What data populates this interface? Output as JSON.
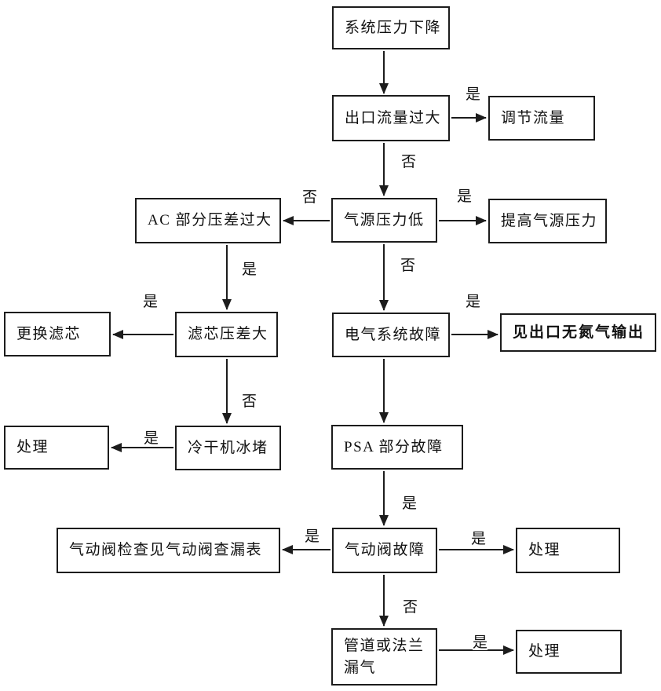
{
  "flowchart": {
    "nodes": [
      {
        "id": "system-pressure-drop",
        "label": "系统压力下降"
      },
      {
        "id": "outlet-flow-too-high",
        "label": "出口流量过大"
      },
      {
        "id": "adjust-flow",
        "label": "调节流量"
      },
      {
        "id": "ac-section-dp-too-high",
        "label": "AC 部分压差过大"
      },
      {
        "id": "air-supply-pressure-low",
        "label": "气源压力低"
      },
      {
        "id": "raise-air-supply-pressure",
        "label": "提高气源压力"
      },
      {
        "id": "replace-filter-element",
        "label": "更换滤芯"
      },
      {
        "id": "filter-dp-high",
        "label": "滤芯压差大"
      },
      {
        "id": "electrical-system-fault",
        "label": "电气系统故障"
      },
      {
        "id": "see-no-nitrogen-output",
        "label": "见出口无氮气输出",
        "bold": true
      },
      {
        "id": "handle-1",
        "label": "处理"
      },
      {
        "id": "dryer-ice-blockage",
        "label": "冷干机冰堵"
      },
      {
        "id": "psa-section-fault",
        "label": "PSA 部分故障"
      },
      {
        "id": "pneumatic-valve-check-table",
        "label": "气动阀检查见气动阀查漏表"
      },
      {
        "id": "pneumatic-valve-fault",
        "label": "气动阀故障"
      },
      {
        "id": "handle-2",
        "label": "处理"
      },
      {
        "id": "pipe-or-flange-leak",
        "label": "管道或法兰\n漏气"
      },
      {
        "id": "handle-3",
        "label": "处理"
      }
    ],
    "edges": [
      {
        "from": "system-pressure-drop",
        "to": "outlet-flow-too-high",
        "label": ""
      },
      {
        "from": "outlet-flow-too-high",
        "to": "adjust-flow",
        "label": "是"
      },
      {
        "from": "outlet-flow-too-high",
        "to": "air-supply-pressure-low",
        "label": "否"
      },
      {
        "from": "air-supply-pressure-low",
        "to": "ac-section-dp-too-high",
        "label": "否"
      },
      {
        "from": "air-supply-pressure-low",
        "to": "raise-air-supply-pressure",
        "label": "是"
      },
      {
        "from": "air-supply-pressure-low",
        "to": "electrical-system-fault",
        "label": "否"
      },
      {
        "from": "ac-section-dp-too-high",
        "to": "filter-dp-high",
        "label": "是"
      },
      {
        "from": "filter-dp-high",
        "to": "replace-filter-element",
        "label": "是"
      },
      {
        "from": "electrical-system-fault",
        "to": "see-no-nitrogen-output",
        "label": "是"
      },
      {
        "from": "filter-dp-high",
        "to": "dryer-ice-blockage",
        "label": "否"
      },
      {
        "from": "dryer-ice-blockage",
        "to": "handle-1",
        "label": "是"
      },
      {
        "from": "electrical-system-fault",
        "to": "psa-section-fault",
        "label": ""
      },
      {
        "from": "psa-section-fault",
        "to": "pneumatic-valve-fault",
        "label": "是"
      },
      {
        "from": "pneumatic-valve-fault",
        "to": "pneumatic-valve-check-table",
        "label": "是"
      },
      {
        "from": "pneumatic-valve-fault",
        "to": "handle-2",
        "label": "是"
      },
      {
        "from": "pneumatic-valve-fault",
        "to": "pipe-or-flange-leak",
        "label": "否"
      },
      {
        "from": "pipe-or-flange-leak",
        "to": "handle-3",
        "label": "是"
      }
    ],
    "colors": {
      "line": "#1c1c1c",
      "background": "#ffffff",
      "text": "#111111"
    }
  }
}
